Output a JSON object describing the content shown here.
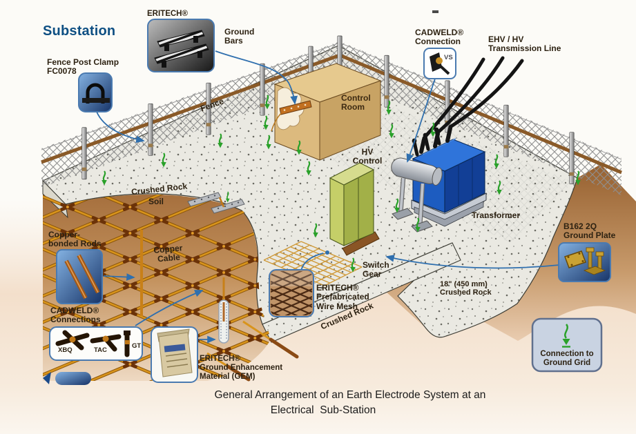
{
  "title": "Substation",
  "caption": {
    "line1": "General Arrangement of an Earth Electrode System at an",
    "line2": "Electrical  Sub-Station"
  },
  "labels": {
    "eritech_brand": "ERITECH®",
    "ground_bars": [
      "Ground",
      "Bars"
    ],
    "fence_post_clamp": [
      "Fence Post Clamp",
      "FC0078"
    ],
    "cadweld_connection": [
      "CADWELD®",
      "Connection"
    ],
    "vs": "VS",
    "ehv": [
      "EHV / HV",
      "Transmission Line"
    ],
    "fence": "Fence",
    "control_room": [
      "Control",
      "Room"
    ],
    "hv_control": [
      "HV",
      "Control"
    ],
    "transformer": "Transformer",
    "crushed_rock": "Crushed Rock",
    "soil": "Soil",
    "copper_bonded_rods": [
      "Copper-",
      "bonded Rods"
    ],
    "copper_cable": [
      "Copper",
      "Cable"
    ],
    "cadweld_connections": [
      "CADWELD®",
      "Connections"
    ],
    "connector_types": [
      "XBQ",
      "TAC",
      "GT"
    ],
    "gem": [
      "ERITECH®",
      "Ground Enhancement",
      "Material (GEM)"
    ],
    "wire_mesh": [
      "ERITECH®",
      "Prefabricated",
      "Wire Mesh"
    ],
    "switch_gear": [
      "Switch",
      "Gear"
    ],
    "ground_plate": [
      "B162 2Q",
      "Ground Plate"
    ],
    "crushed_rock_depth": [
      "18\" (450 mm)",
      "Crushed Rock"
    ],
    "crushed_rock_edge": "Crushed Rock",
    "legend": [
      "Connection to",
      "Ground Grid"
    ]
  },
  "colors": {
    "title_blue": "#0e4f83",
    "label_brown": "#2d2212",
    "connector_blue": "#2f6fae",
    "ground_green": "#2aa12a",
    "copper": "#d8941c",
    "transformer_blue": "#1d5cc0",
    "soil_brown": "#a16a38",
    "concrete": "#eae9e2",
    "cabinet_green": "#a2b048",
    "control_room_tan": "#d9b87c"
  }
}
